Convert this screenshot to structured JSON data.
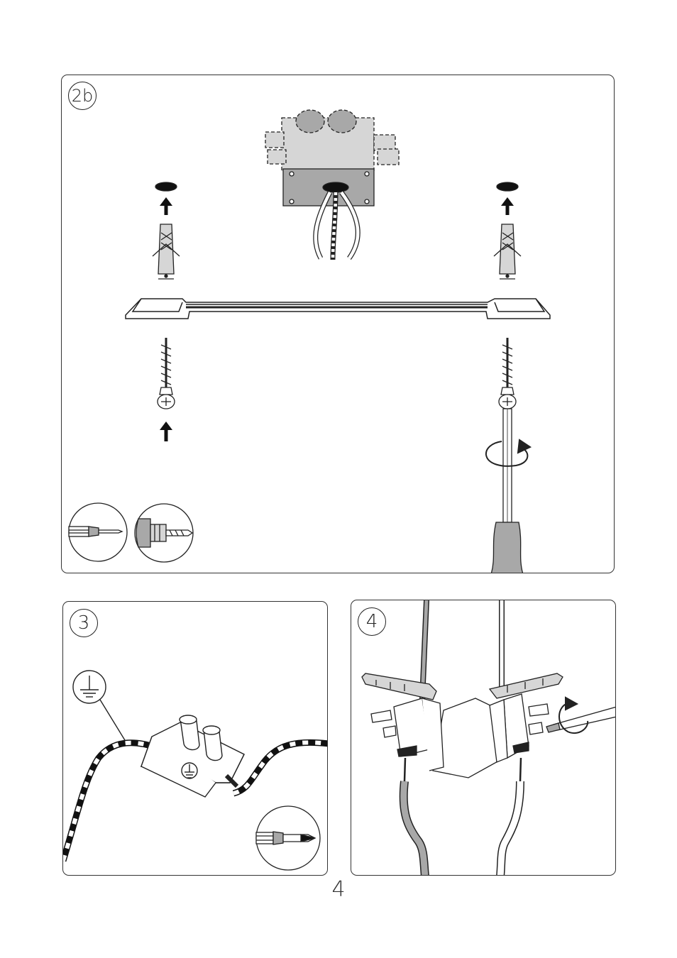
{
  "steps": {
    "step_2b": {
      "label": "2b"
    },
    "step_3": {
      "label": "3"
    },
    "step_4": {
      "label": "4"
    }
  },
  "page_number": "4",
  "icons": {
    "step_2b": [
      "screwdriver-icon",
      "drill-icon",
      "wall-plug-icon",
      "screw-icon",
      "arrow-up-icon",
      "rotate-icon",
      "junction-box-icon",
      "mounting-bracket-icon"
    ],
    "step_3": [
      "earth-ground-icon",
      "terminal-block-icon",
      "screwdriver-icon"
    ],
    "step_4": [
      "connector-block-icon",
      "screwdriver-icon",
      "rotate-icon"
    ]
  },
  "colors": {
    "line": "#1a1a1a",
    "fill_grey": "#a8a8a8",
    "fill_light": "#d6d6d6"
  }
}
